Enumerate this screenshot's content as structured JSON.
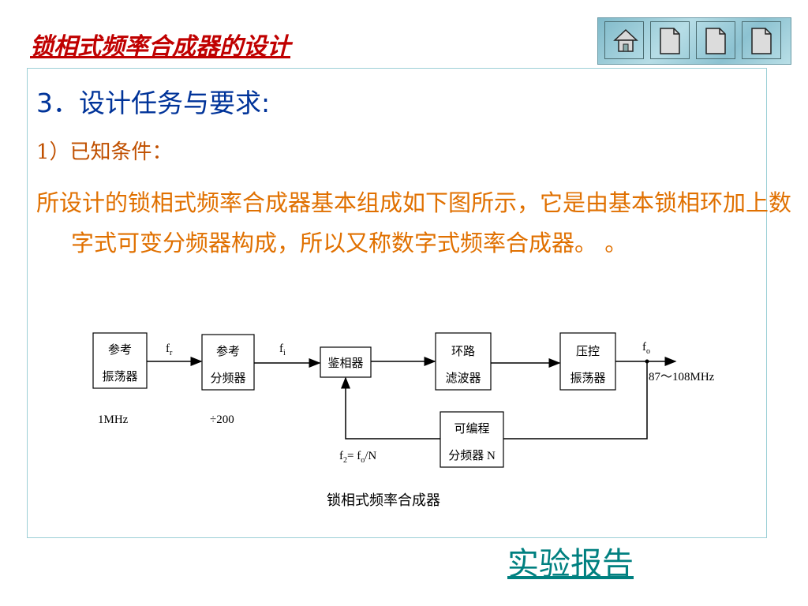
{
  "header": {
    "title": "锁相式频率合成器的设计"
  },
  "nav": {
    "buttons": [
      "home-icon",
      "page-icon",
      "page-icon",
      "page-icon"
    ]
  },
  "content": {
    "heading": "3．设计任务与要求:",
    "subheading": "1）已知条件：",
    "paragraph": "所设计的锁相式频率合成器基本组成如下图所示，它是由基本锁相环加上数字式可变分频器构成，所以又称数字式频率合成器。 。"
  },
  "diagram": {
    "blocks": {
      "ref_osc": [
        "参考",
        "振荡器"
      ],
      "ref_div": [
        "参考",
        "分频器"
      ],
      "phase_det": "鉴相器",
      "loop_filter": [
        "环路",
        "滤波器"
      ],
      "vco": [
        "压控",
        "振荡器"
      ],
      "prog_div": [
        "可编程",
        "分频器 N"
      ]
    },
    "labels": {
      "fr": "f",
      "fr_sub": "r",
      "fi": "f",
      "fi_sub": "i",
      "fo": "f",
      "fo_sub": "o",
      "range": "87～108MHz",
      "ref_freq": "1MHz",
      "div_ratio": "÷200",
      "f2_a": "f",
      "f2_sub": "2",
      "f2_b": "= f",
      "f2_sub2": "o",
      "f2_c": "/N"
    },
    "caption": "锁相式频率合成器"
  },
  "footer": {
    "link": "实验报告"
  },
  "colors": {
    "title": "#c00000",
    "heading": "#003399",
    "text": "#e07000",
    "link": "#008080",
    "border": "#9ccfd6"
  }
}
